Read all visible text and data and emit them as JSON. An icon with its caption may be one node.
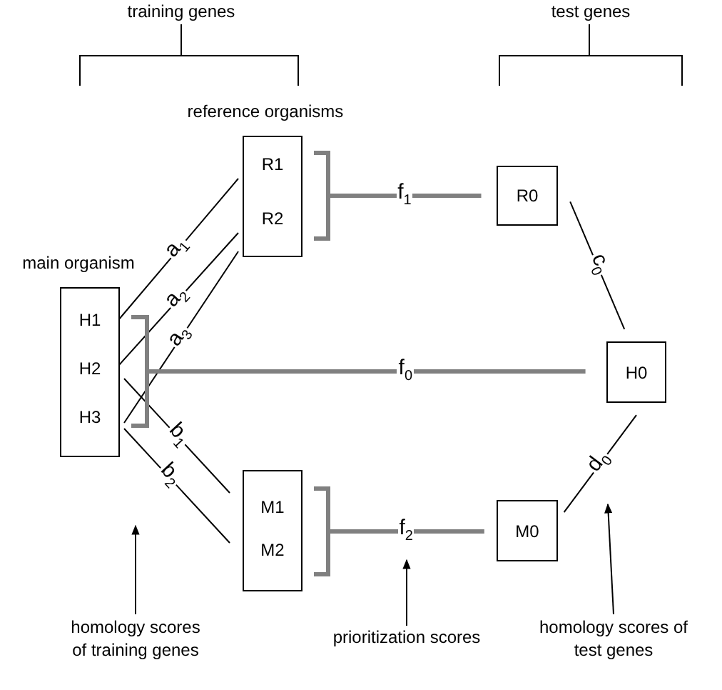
{
  "diagram": {
    "nodes": [
      {
        "text": [
          "reference organisms"
        ]
      },
      {
        "text": [
          "R1"
        ],
        "in": 0
      },
      {
        "text": [
          "R2"
        ],
        "in": 0
      },
      {
        "text": [
          "main organism"
        ]
      },
      {
        "text": [
          "H1"
        ],
        "in": 3
      },
      {
        "text": [
          "H2"
        ],
        "in": 3
      },
      {
        "text": [
          "H3"
        ],
        "in": 3
      },
      {
        "text": [],
        "shape": "box"
      },
      {
        "text": [
          "M1"
        ],
        "in": 7
      },
      {
        "text": [
          "M2"
        ],
        "in": 7
      },
      {
        "text": [
          "R0"
        ]
      },
      {
        "text": [
          "H0"
        ]
      },
      {
        "text": [
          "M0"
        ]
      },
      {
        "text": [
          "homology scores of training genes"
        ]
      },
      {
        "text": [
          "prioritization scores"
        ]
      },
      {
        "text": [
          "homology scores of test genes"
        ]
      }
    ],
    "edges": [
      {
        "from": 4,
        "to": 1,
        "arrow": "none",
        "label": "a$_{1}$"
      },
      {
        "from": 5,
        "to": 2,
        "arrow": "none",
        "label": "a$_{2}$"
      },
      {
        "from": 6,
        "to": 2,
        "arrow": "none",
        "label": "a$_{3}$"
      },
      {
        "from": 5,
        "to": 8,
        "arrow": "none",
        "label": "b$_{1}$"
      },
      {
        "from": 6,
        "to": 9,
        "arrow": "none",
        "label": "b$_{2}$"
      },
      {
        "from": 0,
        "to": 10,
        "arrow": "none",
        "label": "f$_{1}$",
        "style": "thick",
        "color": "#808080"
      },
      {
        "from": 3,
        "to": 11,
        "arrow": "none",
        "label": "f$_{0}$",
        "style": "thick",
        "color": "#808080"
      },
      {
        "from": 7,
        "to": 12,
        "arrow": "none",
        "label": "f$_{2}$",
        "style": "thick",
        "color": "#808080"
      },
      {
        "from": 10,
        "to": 11,
        "arrow": "none",
        "label": "c$_{0}$"
      },
      {
        "from": 12,
        "to": 11,
        "arrow": "none",
        "label": "d$_{0}$"
      },
      {
        "from": 13,
        "to": null,
        "arrow": "to"
      },
      {
        "from": 14,
        "to": null,
        "arrow": "to"
      },
      {
        "from": 15,
        "to": null,
        "arrow": "to"
      }
    ],
    "labels": [
      "training genes",
      "test genes"
    ]
  }
}
